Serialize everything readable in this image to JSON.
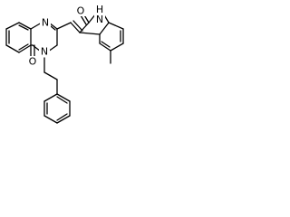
{
  "structure": {
    "atoms": [
      {
        "id": "o-quinazolinone",
        "label": "O"
      },
      {
        "id": "n-quinazoline",
        "label": "N"
      },
      {
        "id": "n-amide",
        "label": "N"
      },
      {
        "id": "nh-indole",
        "label": "H N"
      },
      {
        "id": "o-oxindole",
        "label": "O"
      }
    ],
    "colors": {
      "bond": "#000000",
      "text": "#000000",
      "background": "#ffffff"
    }
  }
}
